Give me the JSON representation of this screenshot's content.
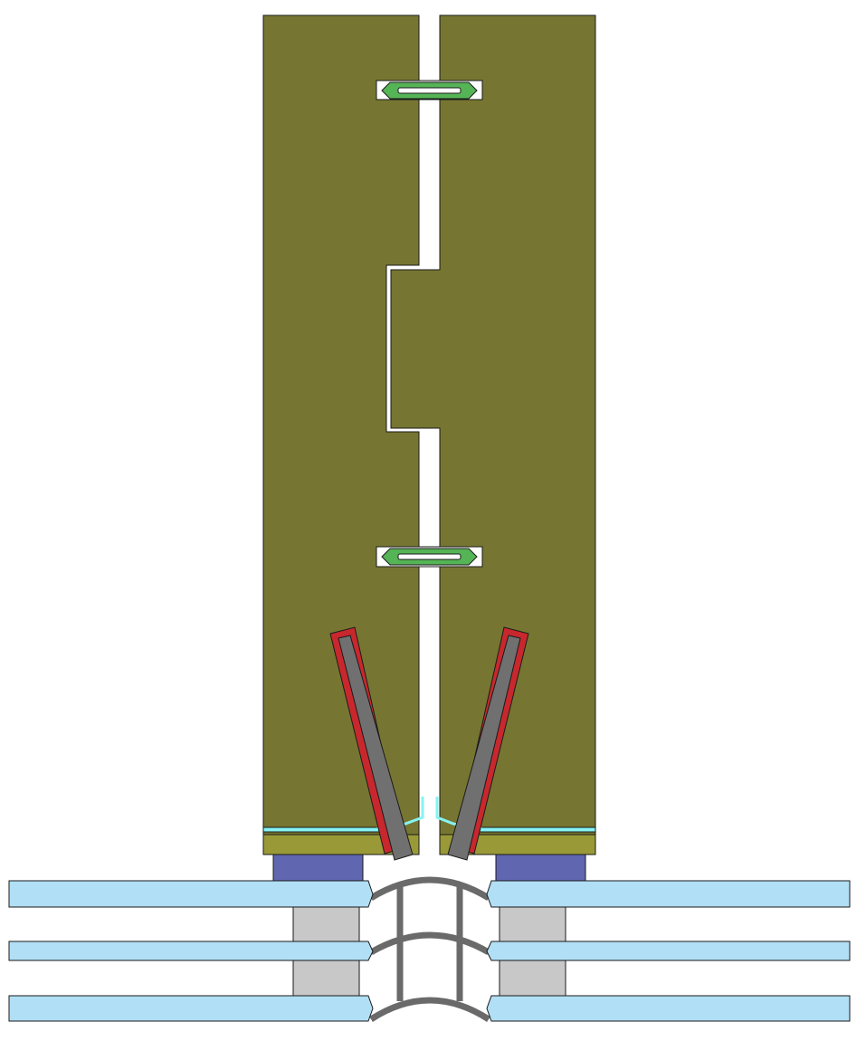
{
  "colors": {
    "background": "#ffffff",
    "panel": "#767632",
    "panel_band": "#999938",
    "panel_stroke": "#1a1a1a",
    "cyan_strip": "#86f3f3",
    "clip_outer": "#ffffff",
    "clip_green": "#55b455",
    "clip_slot": "#ffffff",
    "anchor_outer": "#c8282d",
    "anchor_core": "#707070",
    "base_block": "#6067b0",
    "beam": "#b1dff5",
    "column": "#c8c8c9",
    "connector": "#6a6a6a"
  },
  "components": {
    "left_panel": "left-panel",
    "right_panel": "right-panel",
    "clips": [
      "upper-joint-clip",
      "lower-joint-clip"
    ],
    "anchors": [
      "left-anchor-rod",
      "right-anchor-rod"
    ],
    "base_blocks": [
      "left-base-block",
      "right-base-block"
    ],
    "beams": [
      "beam-upper",
      "beam-middle",
      "beam-lower"
    ],
    "columns": [
      "left-column",
      "right-column"
    ],
    "connector": "curved-connector-frame"
  }
}
